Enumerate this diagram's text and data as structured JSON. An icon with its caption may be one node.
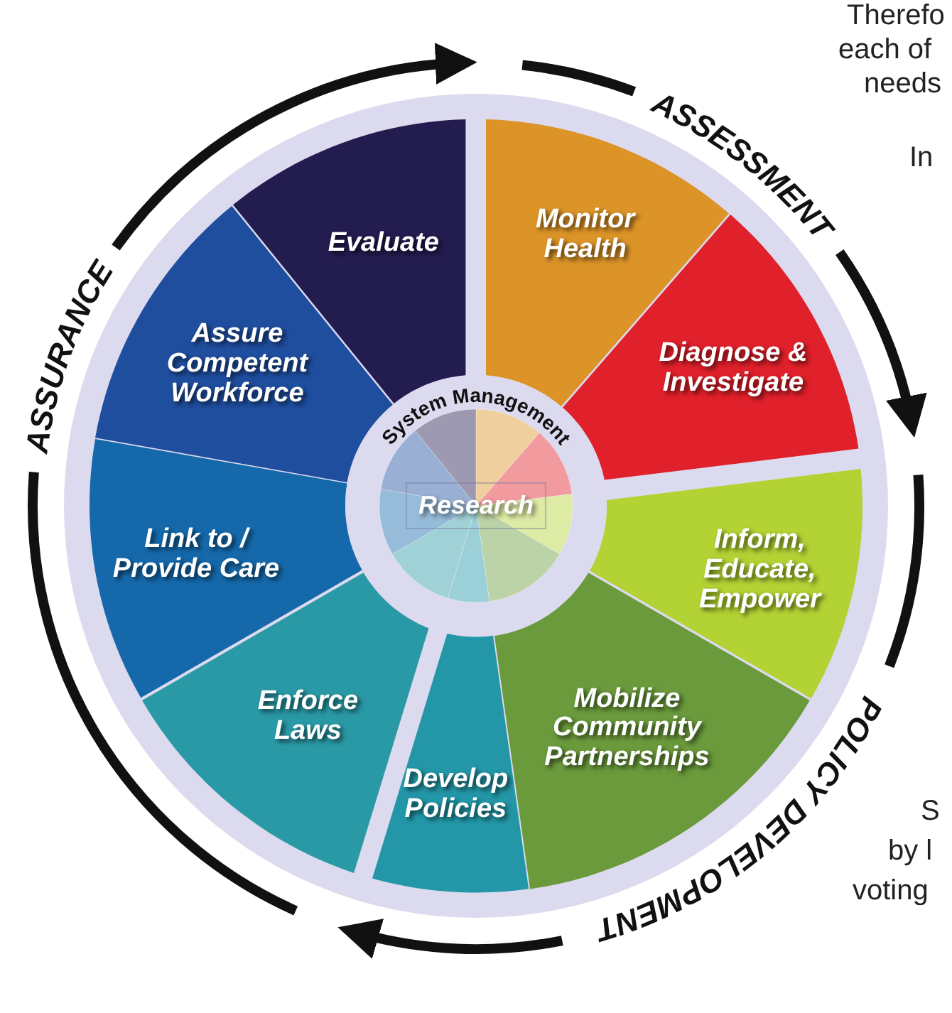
{
  "diagram": {
    "nodes": [
      {
        "text": [
          "Monitor Health"
        ]
      },
      {
        "text": [
          "Diagnose & Investigate"
        ]
      },
      {
        "text": [
          "Inform, Educate, Empower"
        ]
      },
      {
        "text": [
          "Mobilize Community Partnerships"
        ]
      },
      {
        "text": [
          "Develop Policies"
        ]
      },
      {
        "text": [
          "Enforce Laws"
        ]
      },
      {
        "text": [
          "Link to / Provide Care"
        ]
      },
      {
        "text": [
          "Assure Competent Workforce"
        ]
      },
      {
        "text": [
          "Evaluate"
        ]
      },
      {
        "text": [
          "System Management"
        ]
      },
      {
        "text": [
          "Research"
        ],
        "in": 9
      }
    ],
    "labels": [
      "Therefo",
      "each of",
      "needs",
      "ASSESSMENT",
      "In",
      "ASSURANCE",
      "POLICY DEVELOPMENT",
      "S",
      "by l",
      "voting"
    ]
  }
}
